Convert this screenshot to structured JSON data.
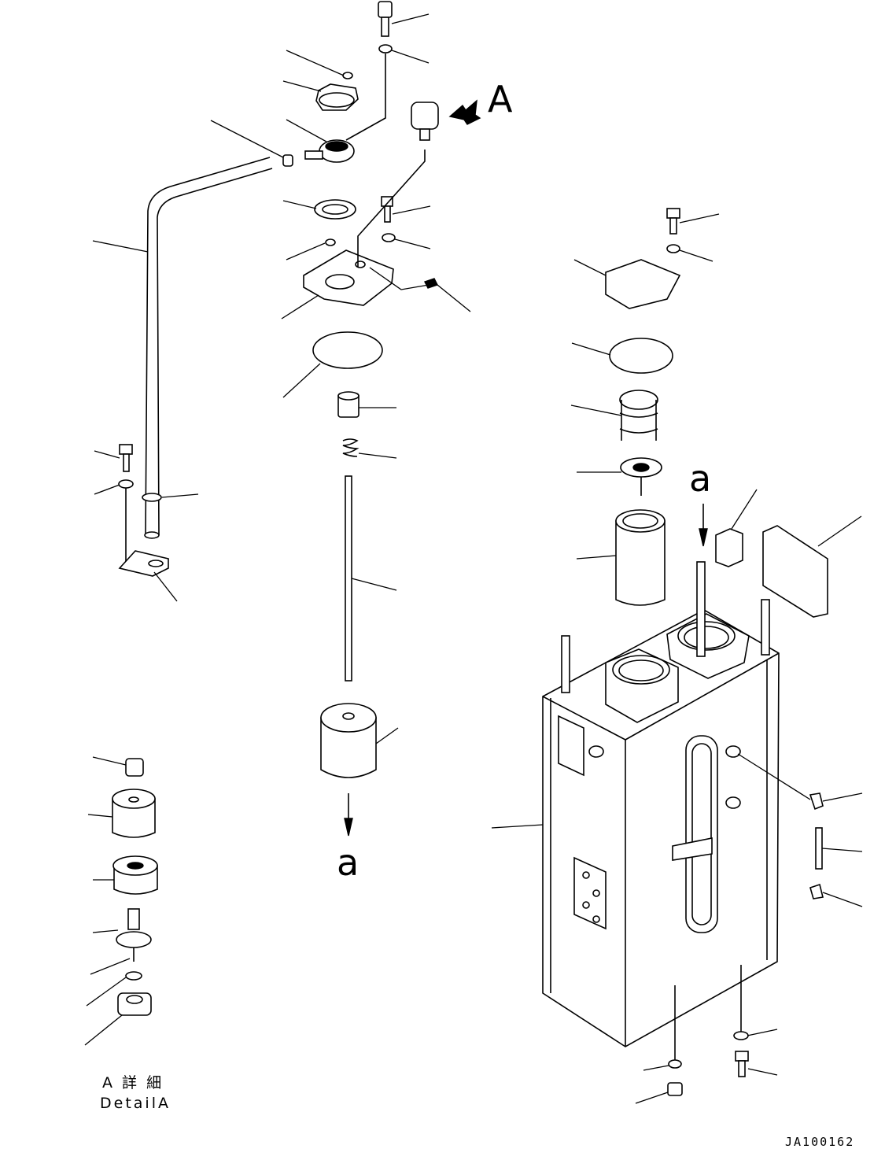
{
  "view_marker": "A",
  "connector_label": "a",
  "detail": {
    "line1": "A 詳 細",
    "line2": "DetailA"
  },
  "drawing_code": "JA100162"
}
